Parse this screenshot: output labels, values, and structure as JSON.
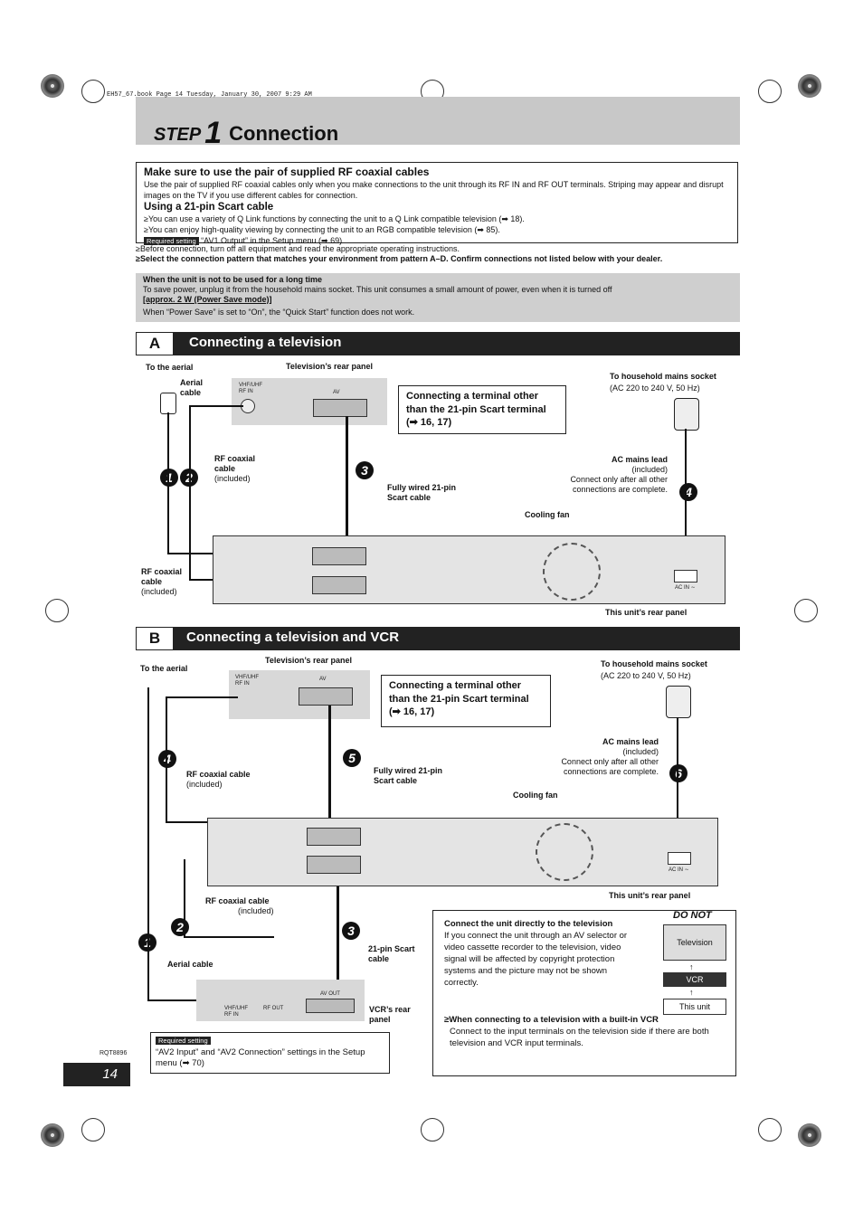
{
  "print_info": "EH57_67.book  Page 14  Tuesday, January 30, 2007  9:29 AM",
  "title": {
    "step": "STEP",
    "number": "1",
    "text": "Connection"
  },
  "rf_box": {
    "heading": "Make sure to use the pair of supplied RF coaxial cables",
    "body": "Use the pair of supplied RF coaxial cables only when you make connections to the unit through its RF IN and RF OUT terminals. Striping may appear and disrupt images on the TV if you use different cables for connection.",
    "scart_heading": "Using a 21-pin Scart cable",
    "bullet1": "≥You can use a variety of Q Link functions by connecting the unit to a Q Link compatible television (➡ 18).",
    "bullet2": "≥You can enjoy high-quality viewing by connecting the unit to an RGB compatible television (➡ 85).",
    "required_badge": "Required setting",
    "required_text": "“AV1 Output” in the Setup menu (➡ 69)"
  },
  "notes": {
    "note1": "≥Before connection, turn off all equipment and read the appropriate operating instructions.",
    "note2": "≥Select the connection pattern that matches your environment from pattern A–D. Confirm connections not listed below with your dealer."
  },
  "power_box": {
    "heading": "When the unit is not to be used for a long time",
    "body": "To save power, unplug it from the household mains socket. This unit consumes a small amount of power, even when it is turned off",
    "approx": "[approx. 2 W (Power Save mode)]",
    "note": "When “Power Save” is set to “On”, the “Quick Start” function does not work."
  },
  "section_a": {
    "letter": "A",
    "title": "Connecting a television",
    "to_aerial": "To the aerial",
    "aerial_cable": "Aerial cable",
    "tv_rear_panel": "Television’s rear panel",
    "vhf": "VHF/UHF RF IN",
    "av": "AV",
    "callout": "Connecting a terminal other than the 21-pin Scart terminal (➡ 16, 17)",
    "mains_socket": "To household mains socket",
    "mains_spec": "(AC 220 to 240 V, 50 Hz)",
    "rf_cable": "RF coaxial cable",
    "included": "(included)",
    "scart_cable": "Fully wired 21-pin Scart cable",
    "ac_lead": "AC mains lead",
    "ac_note": "Connect only after all other connections are complete.",
    "cooling_fan": "Cooling fan",
    "rf_cable2": "RF coaxial cable",
    "unit_rear": "This unit’s rear panel",
    "ac_in": "AC IN ∼",
    "n1": "1",
    "n2": "2",
    "n3": "3",
    "n4": "4"
  },
  "section_b": {
    "letter": "B",
    "title": "Connecting a television and VCR",
    "to_aerial": "To the aerial",
    "tv_rear_panel": "Television’s rear panel",
    "vhf": "VHF/UHF RF IN",
    "av": "AV",
    "callout": "Connecting a terminal other than the 21-pin Scart terminal (➡ 16, 17)",
    "mains_socket": "To household mains socket",
    "mains_spec": "(AC 220 to 240 V, 50 Hz)",
    "ac_lead": "AC mains lead",
    "included": "(included)",
    "ac_note": "Connect only after all other connections are complete.",
    "rf_cable": "RF coaxial cable",
    "scart_cable": "Fully wired 21-pin Scart cable",
    "cooling_fan": "Cooling fan",
    "rf_cable2": "RF coaxial cable",
    "unit_rear": "This unit’s rear panel",
    "scart21": "21-pin Scart cable",
    "aerial_cable": "Aerial cable",
    "vcr_rear": "VCR’s rear panel",
    "av_out": "AV OUT",
    "vcr_vhf": "VHF/UHF RF IN",
    "rf_out": "RF OUT",
    "ac_in": "AC IN ∼",
    "n1": "1",
    "n2": "2",
    "n3": "3",
    "n4": "4",
    "n5": "5",
    "n6": "6"
  },
  "direct_box": {
    "heading": "Connect the unit directly to the television",
    "body": "If you connect the unit through an AV selector or video cassette recorder to the television, video signal will be affected by copyright protection systems and the picture may not be shown correctly.",
    "do_not": "DO NOT",
    "television": "Television",
    "vcr": "VCR",
    "this_unit": "This unit",
    "builtin_heading": "≥When connecting to a television with a built-in VCR",
    "builtin_body": "Connect to the input terminals on the television side if there are both television and VCR input terminals."
  },
  "req_box": {
    "badge": "Required setting",
    "text": "“AV2 Input” and “AV2 Connection” settings in the Setup menu (➡ 70)"
  },
  "footer": {
    "code": "RQT8896",
    "page": "14"
  }
}
